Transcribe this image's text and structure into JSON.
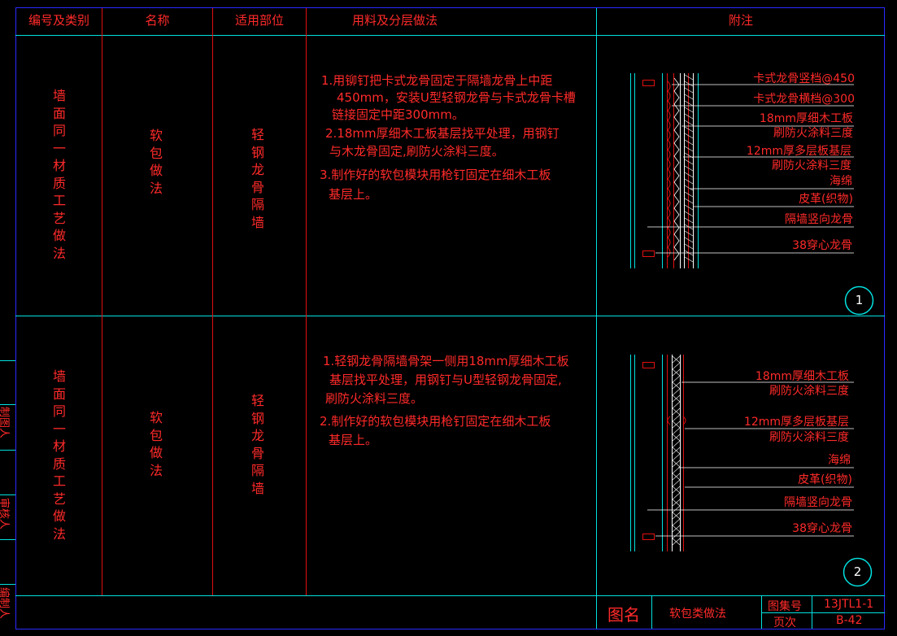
{
  "header": {
    "col1": "编号及类别",
    "col2": "名称",
    "col3": "适用部位",
    "col4": "用料及分层做法",
    "col5": "附注"
  },
  "rows": [
    {
      "category": "墙面同一材质工艺做法",
      "name": "软包做法",
      "location": "轻钢龙骨隔墙",
      "steps": [
        "1.用铆钉把卡式龙骨固定于隔墙龙骨上中距",
        "450mm，安装U型轻钢龙骨与卡式龙骨卡槽",
        "链接固定中距300mm。",
        "2.18mm厚细木工板基层找平处理，用钢钉",
        "与木龙骨固定,刷防火涂料三度。",
        "3.制作好的软包模块用枪钉固定在细木工板",
        "基层上。"
      ],
      "labels": [
        "卡式龙骨竖档@450",
        "卡式龙骨横档@300",
        "18mm厚细木工板",
        "刷防火涂料三度",
        "12mm厚多层板基层",
        "刷防火涂料三度",
        "海绵",
        "皮革(织物)",
        "隔墙竖向龙骨",
        "38穿心龙骨"
      ],
      "detail_no": "1"
    },
    {
      "category": "墙面同一材质工艺做法",
      "name": "软包做法",
      "location": "轻钢龙骨隔墙",
      "steps": [
        "1.轻钢龙骨隔墙骨架一侧用18mm厚细木工板",
        "基层找平处理，用钢钉与U型轻钢龙骨固定,",
        "刷防火涂料三度。",
        "2.制作好的软包模块用枪钉固定在细木工板",
        "基层上。"
      ],
      "labels": [
        "18mm厚细木工板",
        "刷防火涂料三度",
        "12mm厚多层板基层",
        "刷防火涂料三度",
        "海绵",
        "皮革(织物)",
        "隔墙竖向龙骨",
        "38穿心龙骨"
      ],
      "detail_no": "2"
    }
  ],
  "side_labels": [
    "制图人",
    "审核人",
    "编制人"
  ],
  "title_block": {
    "drawing_name_label": "图名",
    "drawing_name": "软包类做法",
    "atlas_no_label": "图集号",
    "atlas_no": "13JTL1-1",
    "page_label": "页次",
    "page_no": "B-42"
  },
  "colors": {
    "line_cyan": "#00e0e0",
    "line_red": "#e01010",
    "text_red": "#ff2a2a",
    "border_blue": "#2a2aff"
  }
}
